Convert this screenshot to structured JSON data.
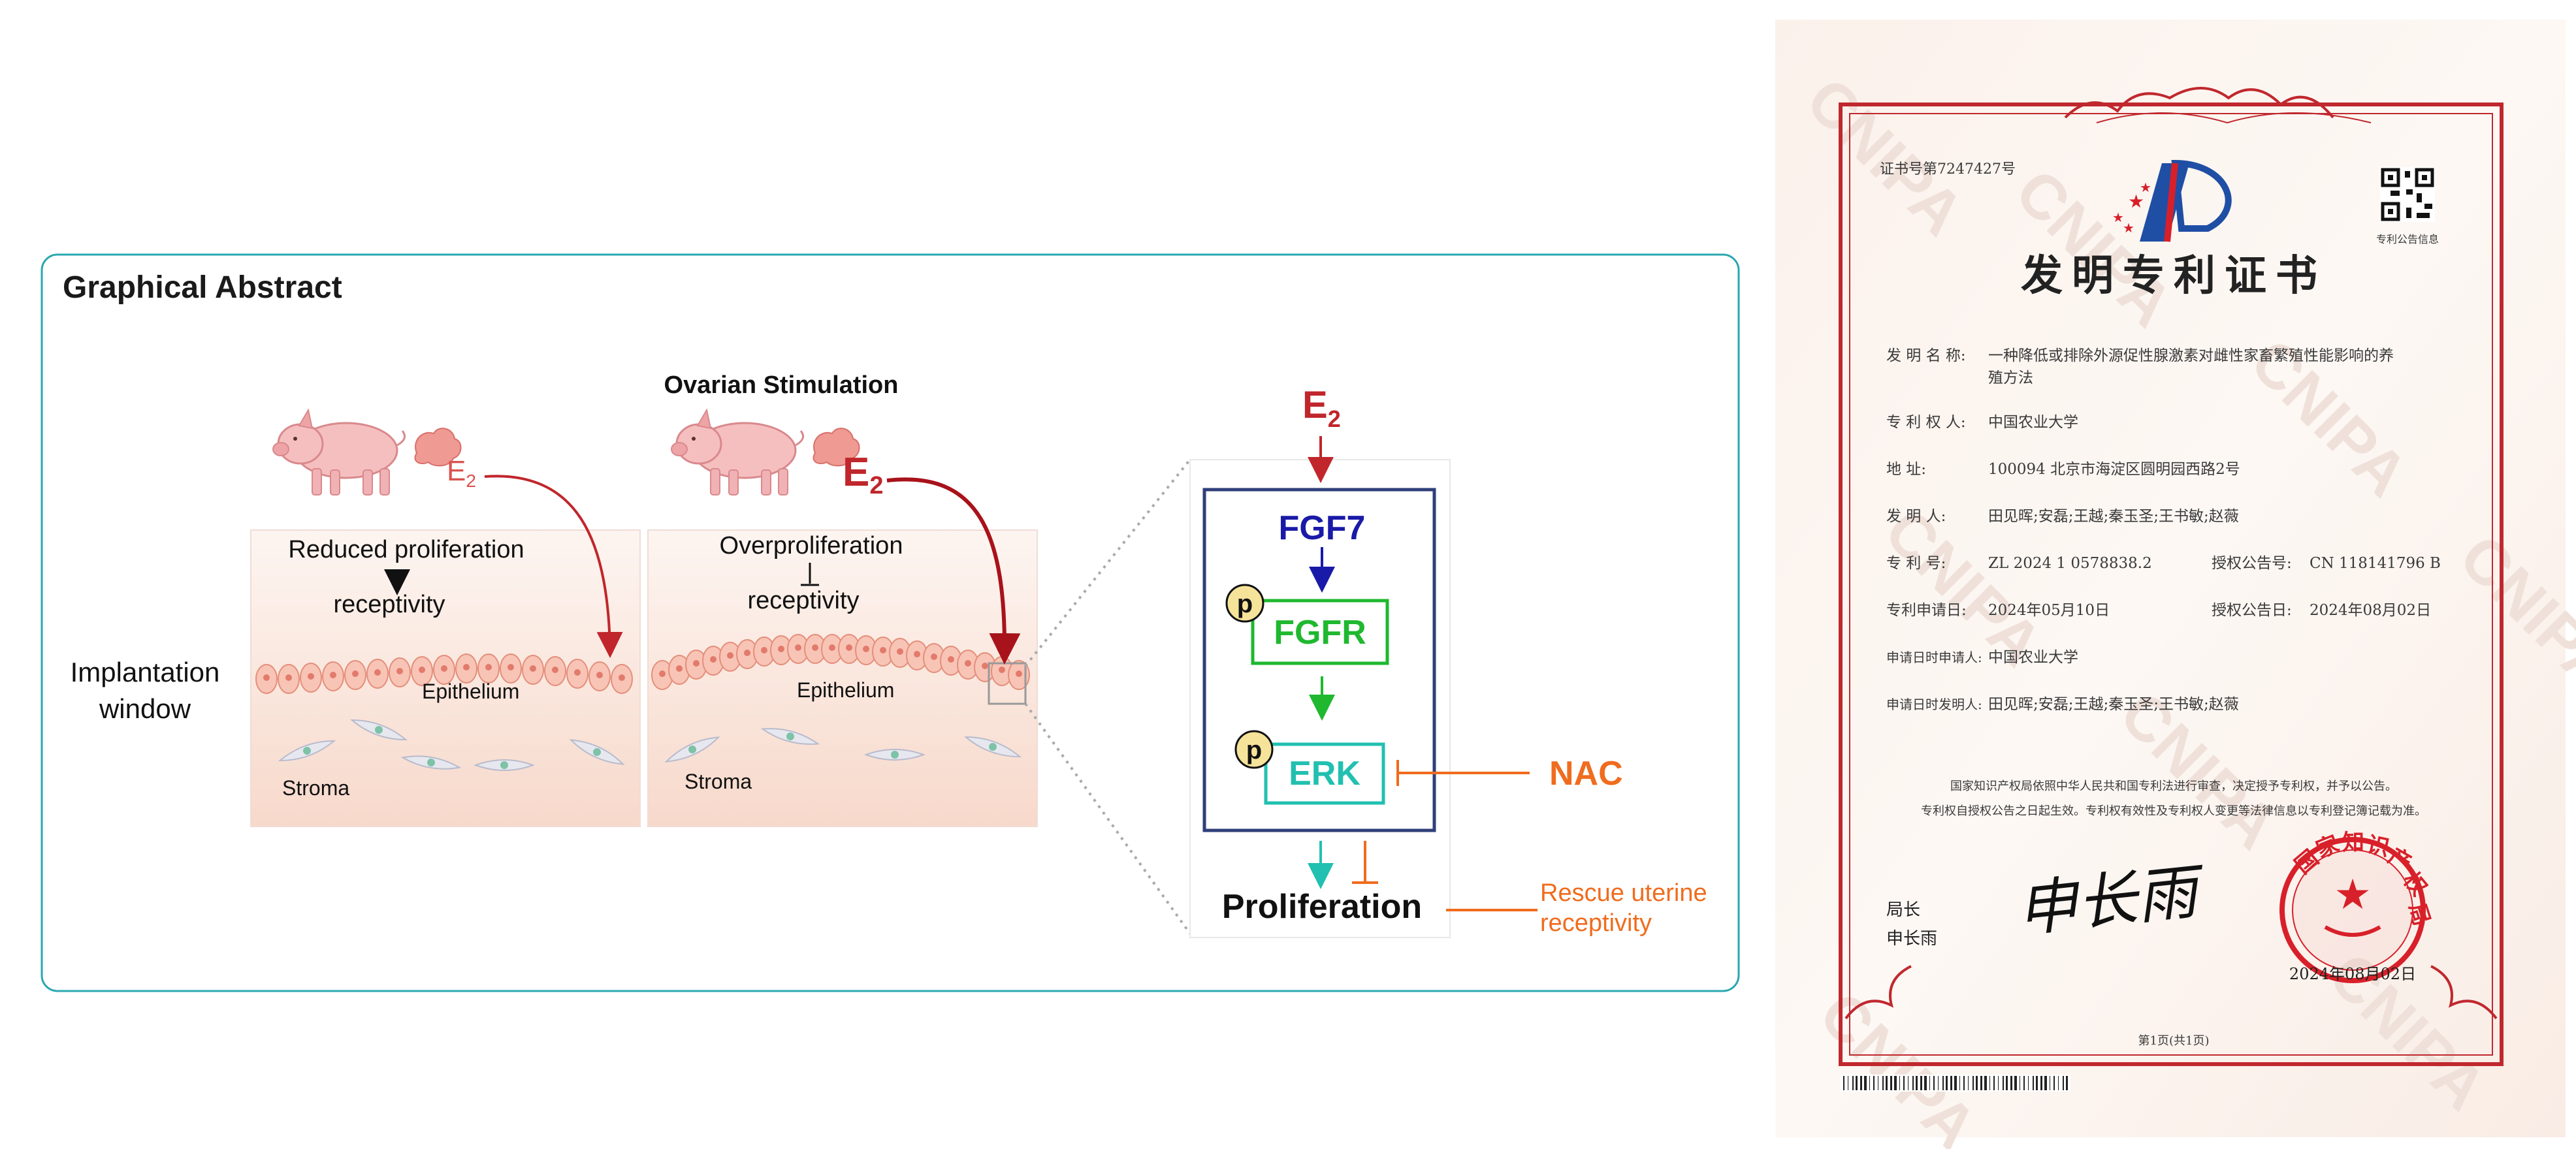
{
  "abstract": {
    "title": "Graphical Abstract",
    "implantation_label_line1": "Implantation",
    "implantation_label_line2": "window",
    "panel_normal": {
      "hormone": "E",
      "hormone_sub": "2",
      "effect_line1": "Reduced proliferation",
      "effect_line2": "receptivity",
      "epithelium_label": "Epithelium",
      "stroma_label": "Stroma"
    },
    "panel_stimulated": {
      "heading": "Ovarian Stimulation",
      "hormone": "E",
      "hormone_sub": "2",
      "effect_line1": "Overproliferation",
      "effect_line2": "receptivity",
      "epithelium_label": "Epithelium",
      "stroma_label": "Stroma"
    },
    "pathway": {
      "top_hormone": "E",
      "top_hormone_sub": "2",
      "fgf7": "FGF7",
      "fgfr": "FGFR",
      "erk": "ERK",
      "phospho": "p",
      "inhibitor": "NAC",
      "outcome": "Proliferation",
      "rescue_line1": "Rescue uterine",
      "rescue_line2": "receptivity"
    },
    "colors": {
      "frame": "#2aa7b0",
      "e2_red": "#c0262b",
      "fgf7_blue": "#1a1aa8",
      "fgfr_green": "#1fb82f",
      "erk_teal": "#21c0b0",
      "nac_orange": "#f06c1e",
      "box_navy": "#2f3f7a"
    }
  },
  "certificate": {
    "cert_no": "证书号第7247427号",
    "qr_caption": "专利公告信息",
    "title": "发明专利证书",
    "fields": [
      {
        "label": "发 明 名 称:",
        "value": "一种降低或排除外源促性腺激素对雌性家畜繁殖性能影响的养"
      },
      {
        "label": "",
        "value": "殖方法"
      },
      {
        "label": "专 利 权 人:",
        "value": "中国农业大学"
      },
      {
        "label": "地        址:",
        "value": "100094 北京市海淀区圆明园西路2号"
      },
      {
        "label": "发   明   人:",
        "value": "田见晖;安磊;王越;秦玉圣;王书敏;赵薇"
      },
      {
        "label": "专   利   号:",
        "value": "ZL 2024 1 0578838.2"
      },
      {
        "label": "专利申请日:",
        "value": "2024年05月10日"
      },
      {
        "label": "申请日时申请人:",
        "value": "中国农业大学"
      },
      {
        "label": "申请日时发明人:",
        "value": "田见晖;安磊;王越;秦玉圣;王书敏;赵薇"
      }
    ],
    "announce_no_label": "授权公告号:",
    "announce_no": "CN 118141796 B",
    "announce_date_label": "授权公告日:",
    "announce_date": "2024年08月02日",
    "statement_line1": "国家知识产权局依照中华人民共和国专利法进行审查，决定授予专利权，并予以公告。",
    "statement_line2": "专利权自授权公告之日起生效。专利权有效性及专利权人变更等法律信息以专利登记簿记载为准。",
    "director_title": "局长",
    "director_name": "申长雨",
    "signature": "申长雨",
    "seal_text": "国家知识产权局",
    "seal_date": "2024年08月02日",
    "page_note": "第1页(共1页)",
    "watermark": "CNIPA",
    "colors": {
      "border": "#c0282e",
      "seal": "#d8202a",
      "text": "#3a3a3a"
    }
  }
}
